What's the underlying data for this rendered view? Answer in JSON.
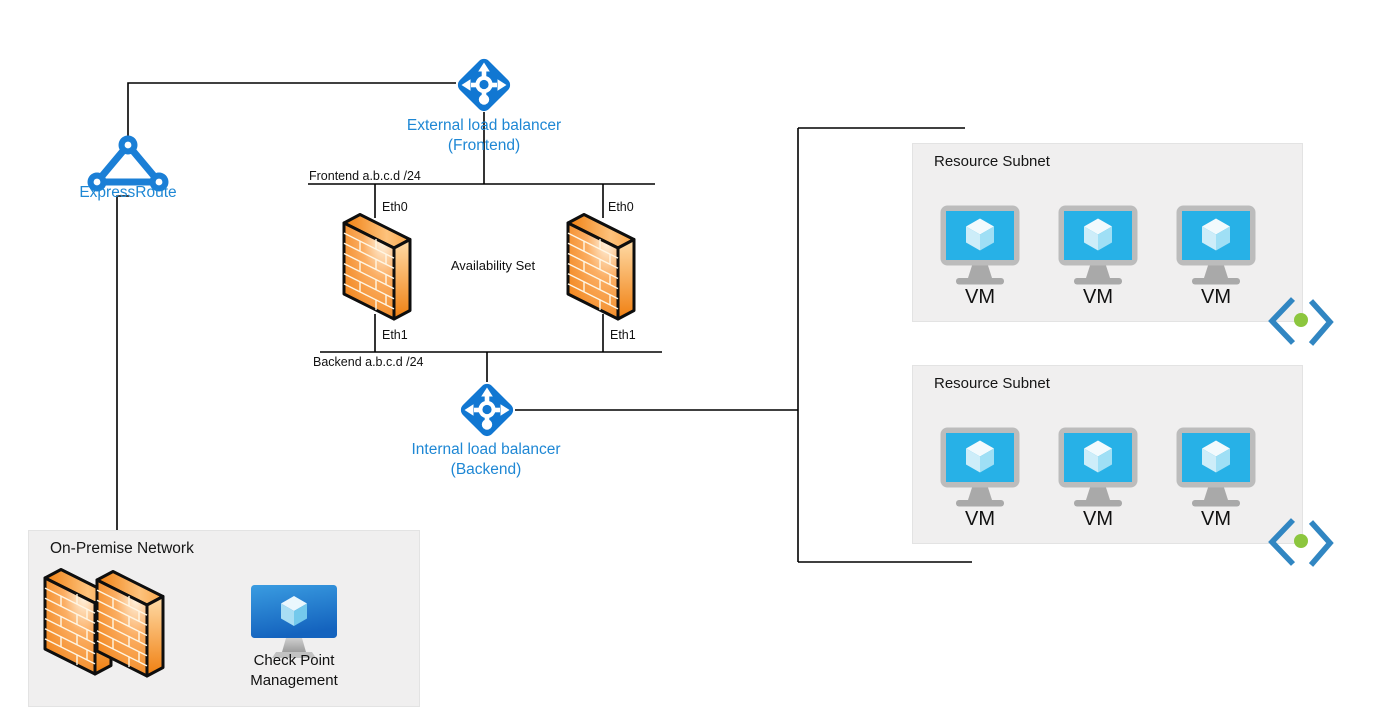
{
  "colors": {
    "azure_blue": "#1177d2",
    "label_blue": "#1e87d4",
    "firewall_orange": "#f07f10",
    "endpoint_blue": "#3186c2",
    "endpoint_green": "#8cc63e",
    "vm_screen_cyan": "#27b1e7",
    "checkpoint_screen_blue": "#1463be",
    "subnet_box_bg": "#f0efef",
    "connector": "#000000"
  },
  "nodes": {
    "expressroute": {
      "label": "ExpressRoute"
    },
    "external_load_balancer": {
      "label": "External load balancer",
      "sublabel": "(Frontend)"
    },
    "internal_load_balancer": {
      "label": "Internal load balancer",
      "sublabel": "(Backend)"
    },
    "frontend_network": {
      "label": "Frontend a.b.c.d /24"
    },
    "backend_network": {
      "label": "Backend a.b.c.d /24"
    },
    "availability_set": {
      "label": "Availability Set"
    },
    "firewall_left": {
      "eth0": "Eth0",
      "eth1": "Eth1"
    },
    "firewall_right": {
      "eth0": "Eth0",
      "eth1": "Eth1"
    },
    "checkpoint_management": {
      "label_line1": "Check Point",
      "label_line2": "Management"
    }
  },
  "groups": {
    "on_premise": {
      "title": "On-Premise Network"
    },
    "subnets": [
      {
        "title": "Resource Subnet",
        "vms": [
          "VM",
          "VM",
          "VM"
        ]
      },
      {
        "title": "Resource Subnet",
        "vms": [
          "VM",
          "VM",
          "VM"
        ]
      }
    ]
  }
}
